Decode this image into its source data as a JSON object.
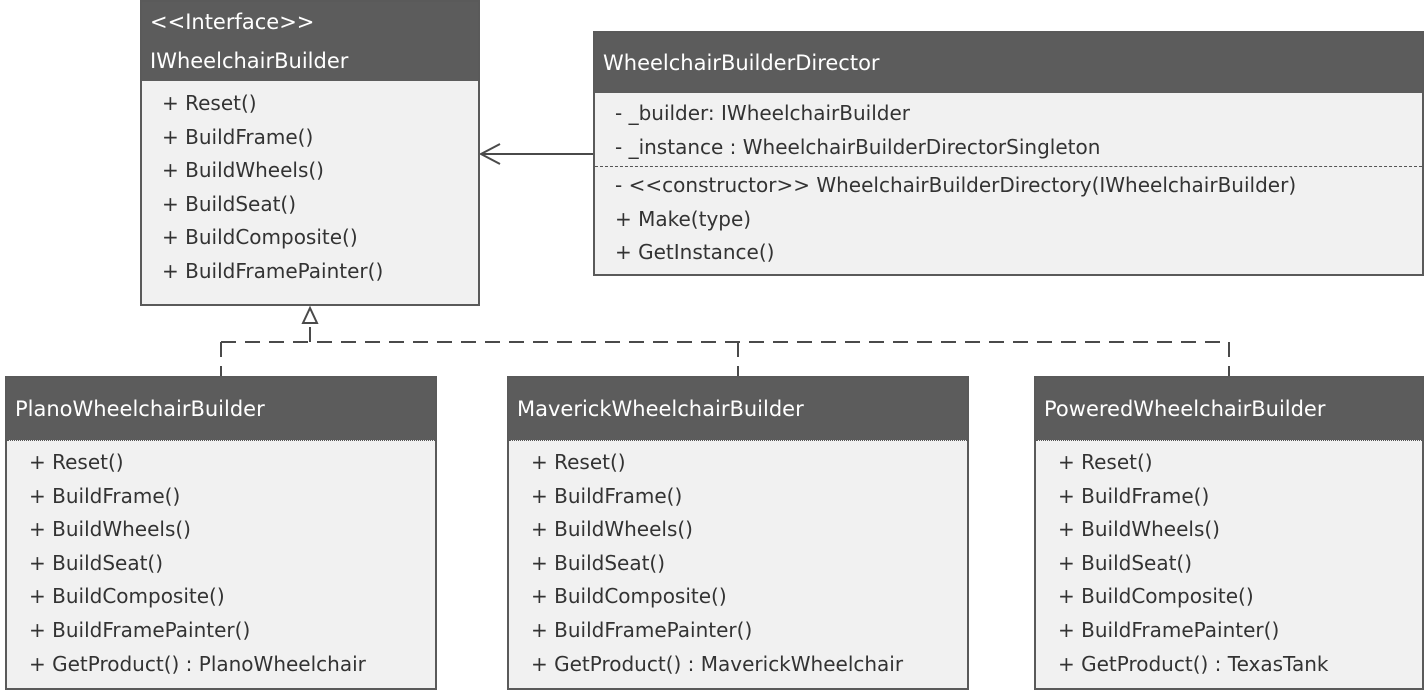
{
  "interface_box": {
    "stereotype": "<<Interface>>",
    "name": "IWheelchairBuilder",
    "methods": [
      "+ Reset()",
      "+ BuildFrame()",
      "+ BuildWheels()",
      "+ BuildSeat()",
      "+ BuildComposite()",
      "+ BuildFramePainter()"
    ]
  },
  "director_box": {
    "name": "WheelchairBuilderDirector",
    "fields": [
      "- _builder: IWheelchairBuilder",
      "- _instance : WheelchairBuilderDirectorSingleton"
    ],
    "methods": [
      "- <<constructor>> WheelchairBuilderDirectory(IWheelchairBuilder)",
      "+ Make(type)",
      "+ GetInstance()"
    ]
  },
  "plano_box": {
    "name": "PlanoWheelchairBuilder",
    "methods": [
      "+ Reset()",
      "+ BuildFrame()",
      "+ BuildWheels()",
      "+ BuildSeat()",
      "+ BuildComposite()",
      "+ BuildFramePainter()",
      "+ GetProduct() : PlanoWheelchair"
    ]
  },
  "maverick_box": {
    "name": "MaverickWheelchairBuilder",
    "methods": [
      "+ Reset()",
      "+ BuildFrame()",
      "+ BuildWheels()",
      "+ BuildSeat()",
      "+ BuildComposite()",
      "+ BuildFramePainter()",
      "+ GetProduct() : MaverickWheelchair"
    ]
  },
  "powered_box": {
    "name": "PoweredWheelchairBuilder",
    "methods": [
      "+ Reset()",
      "+ BuildFrame()",
      "+ BuildWheels()",
      "+ BuildSeat()",
      "+ BuildComposite()",
      "+ BuildFramePainter()",
      "+ GetProduct() : TexasTank"
    ]
  },
  "colors": {
    "header_fill": "#5c5c5c",
    "header_text": "#ffffff",
    "body_fill": "#f1f1f1",
    "border": "#5a5a5a",
    "member_text": "#333333",
    "connector": "#4a4a4a"
  }
}
